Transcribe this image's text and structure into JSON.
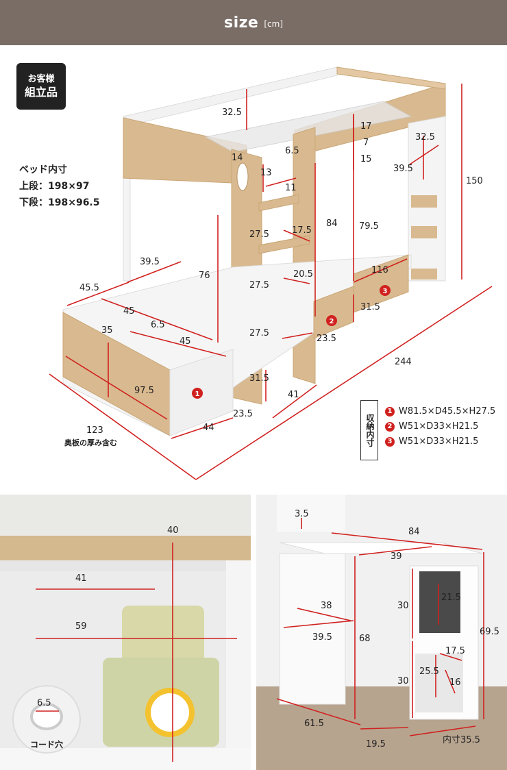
{
  "header": {
    "title": "size",
    "unit": "[cm]"
  },
  "badge": {
    "line1": "お客様",
    "line2": "組立品"
  },
  "inner_size": {
    "title": "ベッド内寸",
    "upper": "上段：198×97",
    "lower": "下段：198×96.5"
  },
  "bed_dims": {
    "d_32_5_top": "32.5",
    "d_14": "14",
    "d_6_5_hole": "6.5",
    "d_17": "17",
    "d_7": "7",
    "d_15": "15",
    "d_32_5_right": "32.5",
    "d_39_5_right": "39.5",
    "d_150": "150",
    "d_13": "13",
    "d_11": "11",
    "d_84": "84",
    "d_79_5": "79.5",
    "d_27_5_a": "27.5",
    "d_17_5": "17.5",
    "d_39_5_left": "39.5",
    "d_76": "76",
    "d_20_5": "20.5",
    "d_116": "116",
    "d_45_5": "45.5",
    "d_45_a": "45",
    "d_27_5_b": "27.5",
    "d_31_5_drawer": "31.5",
    "d_6_5_mid": "6.5",
    "d_35": "35",
    "d_45_b": "45",
    "d_27_5_c": "27.5",
    "d_23_5_step": "23.5",
    "d_244": "244",
    "d_31_5_base": "31.5",
    "d_97_5": "97.5",
    "d_41": "41",
    "d_23_5_base": "23.5",
    "d_44": "44",
    "d_123": "123",
    "note_123": "奥板の厚み含む"
  },
  "drawer_markers": [
    "1",
    "2",
    "3"
  ],
  "storage": {
    "title": "収納内寸",
    "items": [
      {
        "num": "1",
        "text": "W81.5×D45.5×H27.5"
      },
      {
        "num": "2",
        "text": "W51×D33×H21.5"
      },
      {
        "num": "3",
        "text": "W51×D33×H21.5"
      }
    ]
  },
  "lower_left": {
    "d_40": "40",
    "d_41": "41",
    "d_59": "59",
    "d_6_5": "6.5",
    "cord_label": "コード穴"
  },
  "lower_right": {
    "d_3_5": "3.5",
    "d_84": "84",
    "d_39": "39",
    "d_38": "38",
    "d_39_5": "39.5",
    "d_68": "68",
    "d_30_a": "30",
    "d_21_5": "21.5",
    "d_69_5": "69.5",
    "d_17_5": "17.5",
    "d_25_5": "25.5",
    "d_30_b": "30",
    "d_16": "16",
    "d_61_5": "61.5",
    "d_19_5": "19.5",
    "d_inner_35_5": "内寸35.5"
  },
  "colors": {
    "header_bg": "#7a6d66",
    "dimension_red": "#d0211f",
    "wood": "#d9b98f",
    "white_panel": "#f4f4f4"
  }
}
